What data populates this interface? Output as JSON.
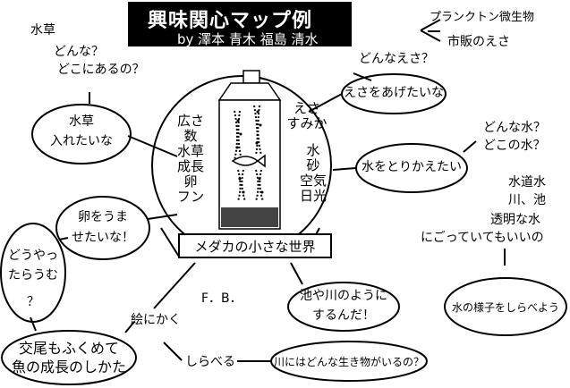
{
  "title": "興味関心マップ例",
  "authors": "by 澤本 青木 福島 清水",
  "center_label": "メダカの小さな世界",
  "globe_left": [
    "広さ",
    "数",
    "水草",
    "成長",
    "卵",
    "フン"
  ],
  "globe_right_top": [
    "えさ",
    "すみか"
  ],
  "globe_right": [
    "水",
    "砂",
    "空気",
    "日光"
  ],
  "top_left_question": [
    "水草",
    "どんな？",
    "どこにあるの？"
  ],
  "bubble_water_plants": [
    "水草",
    "入れたいな"
  ],
  "bubble_feed": "えさをあげたいな",
  "feed_question": "どんなえさ？",
  "feed_answers": [
    "プランクトン微生物",
    "市販のえさ"
  ],
  "bubble_water_change": "水をとりかえたい",
  "water_question": [
    "どんな水？",
    "どこの水？"
  ],
  "water_types": [
    "水道水",
    "川、池",
    "透明な水",
    "にごっていてもいいの"
  ],
  "bubble_observe_water": "水の様子をしらべよう",
  "bubble_eggs": [
    "卵をうま",
    "せたいな！"
  ],
  "bubble_how": [
    "どうやっ",
    "たらうむ",
    "？"
  ],
  "bubble_growth": [
    "交尾もふくめて",
    "魚の成長のしかた"
  ],
  "fb_label": "F．B．",
  "draw_label": "絵にかく",
  "research_label": "しらべる",
  "bubble_pond": [
    "池や川のように",
    "するんだ！"
  ],
  "bubble_creatures": "川にはどんな生き物がいるの？"
}
